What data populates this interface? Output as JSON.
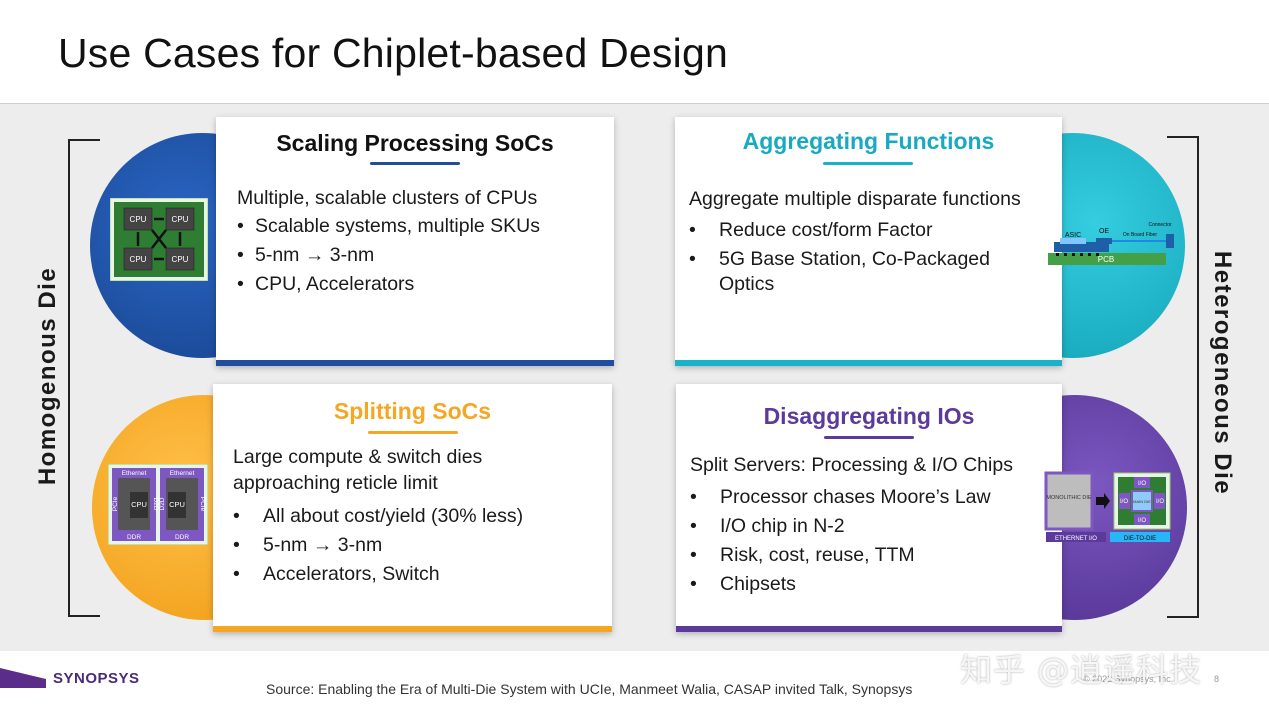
{
  "slide": {
    "title": "Use Cases for Chiplet-based Design",
    "left_label": "Homogenous Die",
    "right_label": "Heterogeneous Die",
    "source": "Source: Enabling the Era of Multi-Die System with UCIe, Manmeet Walia, CASAP invited Talk, Synopsys",
    "logo": "SYNOPSYS",
    "copyright": "© 2022 Synopsys, Inc.",
    "page_number": "8",
    "watermark": "知乎 @逍遥科技"
  },
  "cards": {
    "scaling": {
      "title": "Scaling Processing SoCs",
      "intro": "Multiple, scalable clusters of CPUs",
      "bullets": [
        "Scalable systems, multiple SKUs",
        "5-nm → 3-nm",
        "CPU, Accelerators"
      ],
      "color": "#1f4e9c"
    },
    "aggregating": {
      "title": "Aggregating Functions",
      "intro": "Aggregate multiple disparate functions",
      "bullets": [
        "Reduce cost/form Factor",
        "5G Base Station, Co-Packaged Optics"
      ],
      "color": "#19b3c9"
    },
    "splitting": {
      "title": "Splitting SoCs",
      "intro_line1": "Large compute & switch dies",
      "intro_line2": "approaching reticle limit",
      "bullets": [
        "All about cost/yield (30% less)",
        "5-nm → 3-nm",
        "Accelerators, Switch"
      ],
      "color": "#f5a623"
    },
    "disaggregating": {
      "title": "Disaggregating IOs",
      "intro": "Split Servers: Processing & I/O Chips",
      "bullets": [
        "Processor chases Moore’s Law",
        "I/O chip in N-2",
        "Risk, cost, reuse, TTM",
        "Chipsets"
      ],
      "color": "#5b3a9c"
    }
  },
  "diagrams": {
    "cpu_grid": {
      "cpu": "CPU"
    },
    "optics": {
      "asic": "ASIC",
      "oe": "OE",
      "pcb": "PCB",
      "connector": "Connector",
      "fiber": "On Board Fiber"
    },
    "split": {
      "ethernet": "Ethernet",
      "cpu": "CPU",
      "pcie": "PCIe",
      "ddr": "DDR",
      "d2d": "D2D"
    },
    "io": {
      "monolithic": "MONOLITHIC DIE",
      "io": "I/O",
      "main": "MAIN DIE",
      "ethernet_io": "ETHERNET I/O",
      "die_to_die": "DIE-TO-DIE"
    }
  }
}
